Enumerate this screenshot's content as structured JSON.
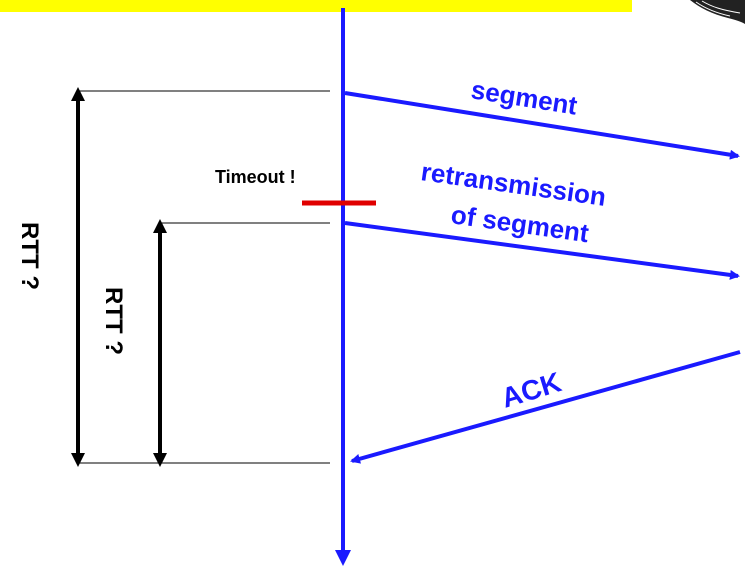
{
  "labels": {
    "segment": "segment",
    "timeout": "Timeout !",
    "retransmission_line1": "retransmission",
    "retransmission_line2": "of segment",
    "ack": "ACK",
    "rtt_outer": "RTT  ?",
    "rtt_inner": "RTT  ?"
  },
  "colors": {
    "banner": "#ffff00",
    "arrow_blue": "#1a1aff",
    "timeout_red": "#e00000",
    "text_black": "#000000"
  },
  "decorations": {
    "top_right_image": "scribble-graphic"
  }
}
